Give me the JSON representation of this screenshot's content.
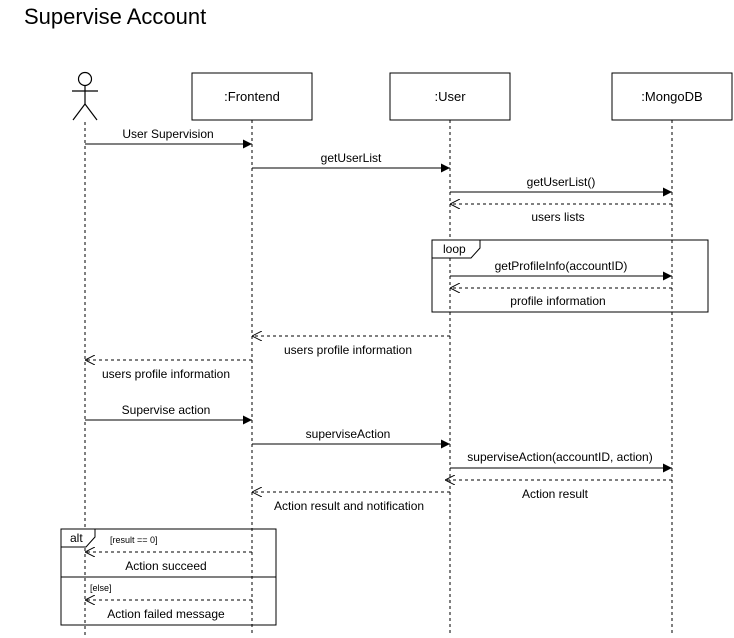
{
  "title": "Supervise Account",
  "participants": {
    "frontend": ":Frontend",
    "user": ":User",
    "mongodb": ":MongoDB"
  },
  "messages": {
    "m1": "User Supervision",
    "m2": "getUserList",
    "m3": "getUserList()",
    "m4": "users lists",
    "m5": "getProfileInfo(accountID)",
    "m6": "profile information",
    "m7": "users profile information",
    "m8": "users profile information",
    "m9": "Supervise action",
    "m10": "superviseAction",
    "m11": "superviseAction(accountID, action)",
    "m12": "Action result",
    "m13": "Action result and notification",
    "m14": "Action succeed",
    "m15": "Action failed message"
  },
  "fragments": {
    "loop_label": "loop",
    "alt_label": "alt",
    "alt_guard_1": "[result == 0]",
    "alt_guard_2": "[else]"
  }
}
